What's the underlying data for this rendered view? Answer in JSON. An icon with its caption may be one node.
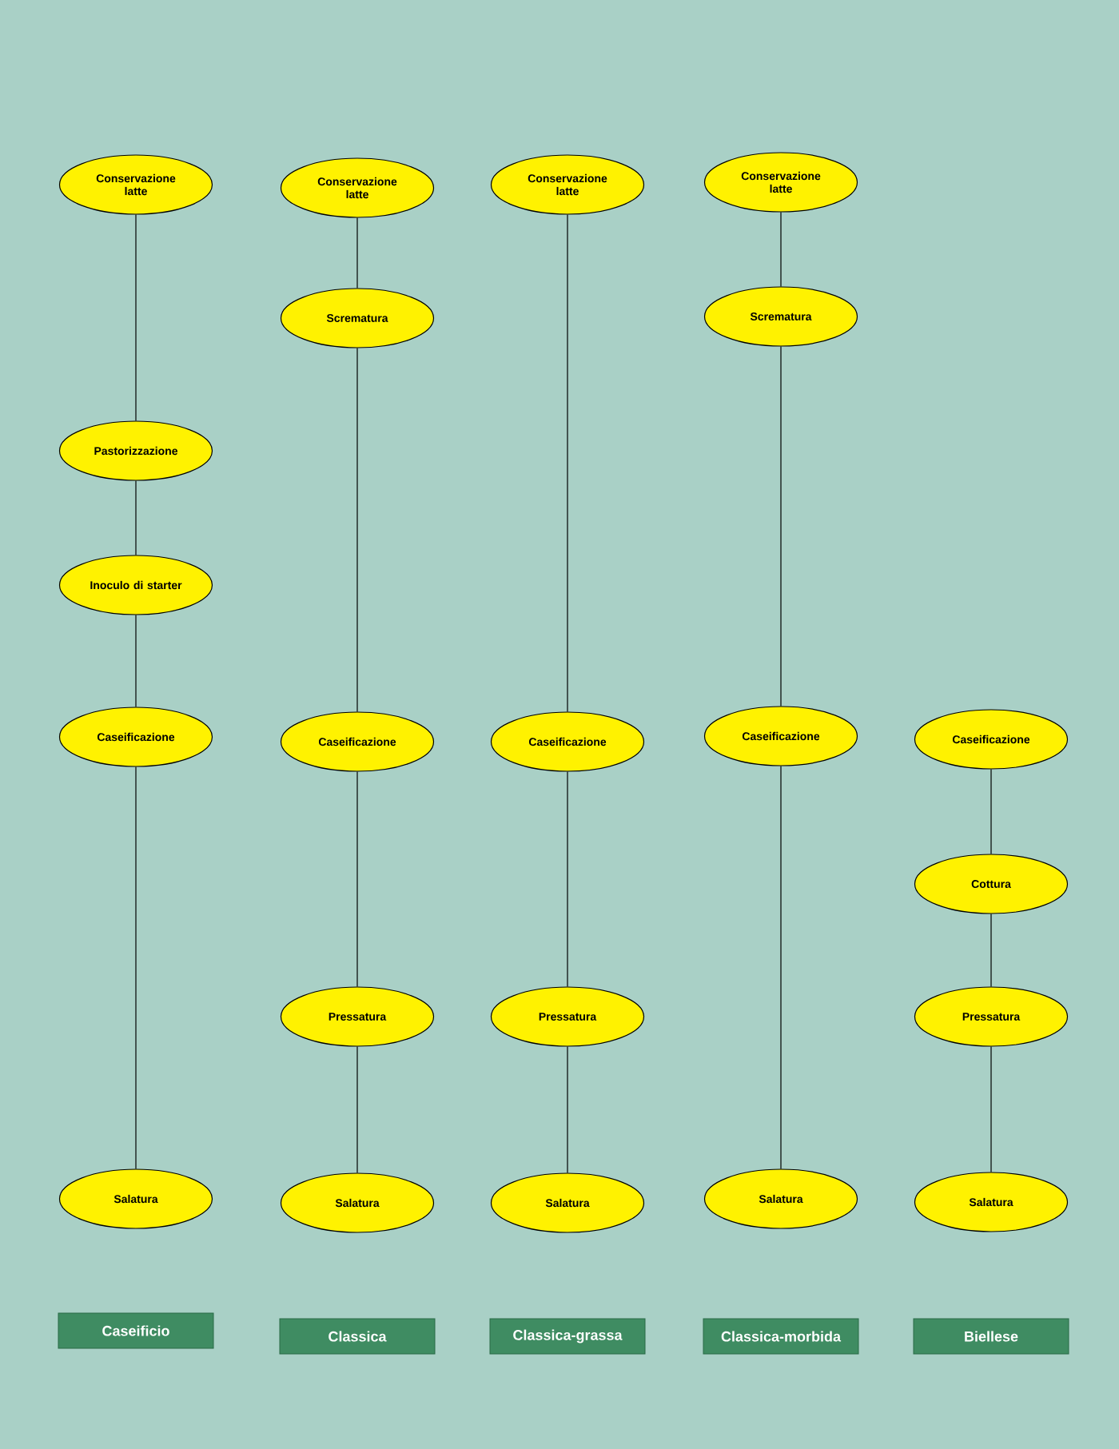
{
  "diagram": {
    "nodes": [
      {
        "text": [
          "Conservazione latte"
        ]
      },
      {
        "text": [
          "Pastorizzazione"
        ]
      },
      {
        "text": [
          "Inoculo di starter"
        ]
      },
      {
        "text": [
          "Caseificazione"
        ]
      },
      {
        "text": [
          "Salatura"
        ]
      },
      {
        "text": [
          "Caseificio"
        ]
      },
      {
        "text": [
          "Conservazione latte"
        ]
      },
      {
        "text": [
          "Scrematura"
        ]
      },
      {
        "text": [
          "Caseificazione"
        ]
      },
      {
        "text": [
          "Pressatura"
        ]
      },
      {
        "text": [
          "Salatura"
        ]
      },
      {
        "text": [
          "Classica"
        ]
      },
      {
        "text": [
          "Conservazione latte"
        ]
      },
      {
        "text": [
          "Caseificazione"
        ]
      },
      {
        "text": [
          "Pressatura"
        ]
      },
      {
        "text": [
          "Salatura"
        ]
      },
      {
        "text": [
          "Classica-grassa"
        ]
      },
      {
        "text": [
          "Conservazione latte"
        ]
      },
      {
        "text": [
          "Scrematura"
        ]
      },
      {
        "text": [
          "Caseificazione"
        ]
      },
      {
        "text": [
          "Salatura"
        ]
      },
      {
        "text": [
          "Classica-morbida"
        ]
      },
      {
        "text": [
          "Caseificazione"
        ]
      },
      {
        "text": [
          "Cottura"
        ]
      },
      {
        "text": [
          "Pressatura"
        ]
      },
      {
        "text": [
          "Salatura"
        ]
      },
      {
        "text": [
          "Biellese"
        ]
      }
    ],
    "edges": [
      {
        "from": 0,
        "to": 1,
        "arrow": "none"
      },
      {
        "from": 1,
        "to": 2,
        "arrow": "none"
      },
      {
        "from": 2,
        "to": 3,
        "arrow": "none"
      },
      {
        "from": 3,
        "to": 4,
        "arrow": "none"
      },
      {
        "from": 6,
        "to": 7,
        "arrow": "none"
      },
      {
        "from": 7,
        "to": 8,
        "arrow": "none"
      },
      {
        "from": 8,
        "to": 9,
        "arrow": "none"
      },
      {
        "from": 9,
        "to": 10,
        "arrow": "none"
      },
      {
        "from": 12,
        "to": 13,
        "arrow": "none"
      },
      {
        "from": 13,
        "to": 14,
        "arrow": "none"
      },
      {
        "from": 14,
        "to": 15,
        "arrow": "none"
      },
      {
        "from": 17,
        "to": 18,
        "arrow": "none"
      },
      {
        "from": 18,
        "to": 19,
        "arrow": "none"
      },
      {
        "from": 19,
        "to": 20,
        "arrow": "none"
      },
      {
        "from": 22,
        "to": 23,
        "arrow": "none"
      },
      {
        "from": 23,
        "to": 24,
        "arrow": "none"
      },
      {
        "from": 24,
        "to": 25,
        "arrow": "none"
      }
    ]
  }
}
